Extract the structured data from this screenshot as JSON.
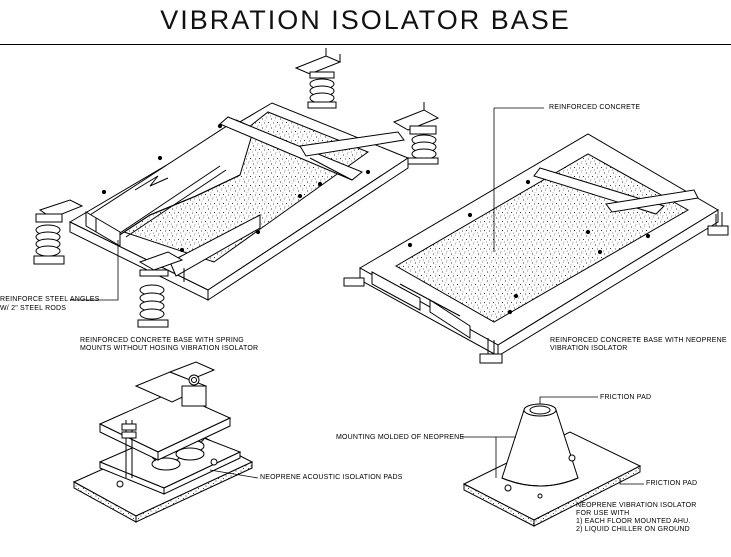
{
  "title": "VIBRATION ISOLATOR BASE",
  "labels": {
    "reinforced_concrete": "REINFORCED CONCRETE",
    "steel_angles_line1": "REINFORCE STEEL ANGLES",
    "steel_angles_line2": "W/ 2\" STEEL RODS",
    "spring_base_line1": "REINFORCED CONCRETE BASE WITH SPRING",
    "spring_base_line2": "MOUNTS WITHOUT HOSING VIBRATION ISOLATOR",
    "neoprene_base_line1": "REINFORCED CONCRETE BASE WITH NEOPRENE",
    "neoprene_base_line2": "VIBRATION ISOLATOR",
    "friction_pad_top": "FRICTION PAD",
    "friction_pad_bottom": "FRICTION PAD",
    "mounting_molded": "MOUNTING MOLDED OF NEOPRENE",
    "acoustic_pads": "NEOPRENE ACOUSTIC ISOLATION PADS",
    "neoprene_isolator_line1": "NEOPRENE VIBRATION ISOLATOR",
    "neoprene_isolator_line2": "FOR USE WITH",
    "neoprene_isolator_line3": "1)  EACH FLOOR MOUNTED AHU.",
    "neoprene_isolator_line4": "2)  LIQUID CHILLER ON GROUND"
  }
}
